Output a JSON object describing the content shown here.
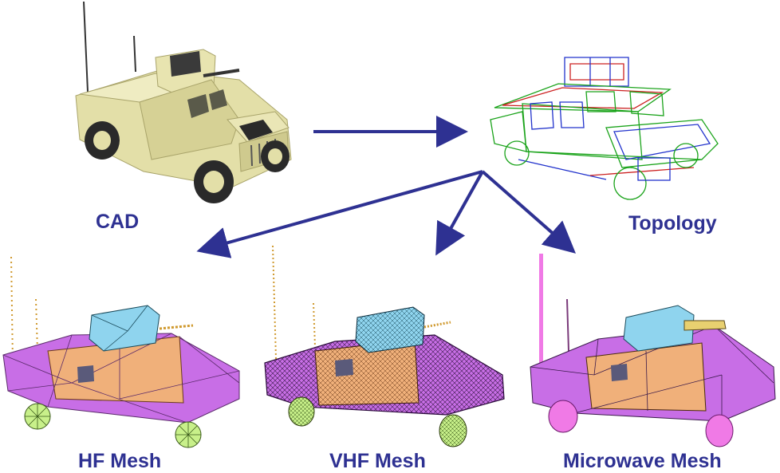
{
  "labels": {
    "cad": "CAD",
    "topology": "Topology",
    "hf_mesh": "HF Mesh",
    "vhf_mesh": "VHF Mesh",
    "microwave_mesh": "Microwave Mesh"
  },
  "colors": {
    "label_text": "#2e3192",
    "arrow": "#2e3192",
    "cad_body": "#e3dfa8",
    "cad_shadow": "#c9c48a",
    "topology_green": "#1aa31a",
    "topology_blue": "#2233cc",
    "topology_red": "#cc2222",
    "mesh_purple": "#c86ee6",
    "mesh_orange": "#f0b07a",
    "mesh_cyan": "#8fd4ee",
    "mesh_wheel_green": "#c8f08a",
    "mesh_pink": "#f07ae6"
  },
  "icons": [
    "humvee-cad-model",
    "humvee-wireframe-topology",
    "humvee-hf-mesh",
    "humvee-vhf-mesh",
    "humvee-microwave-mesh"
  ]
}
